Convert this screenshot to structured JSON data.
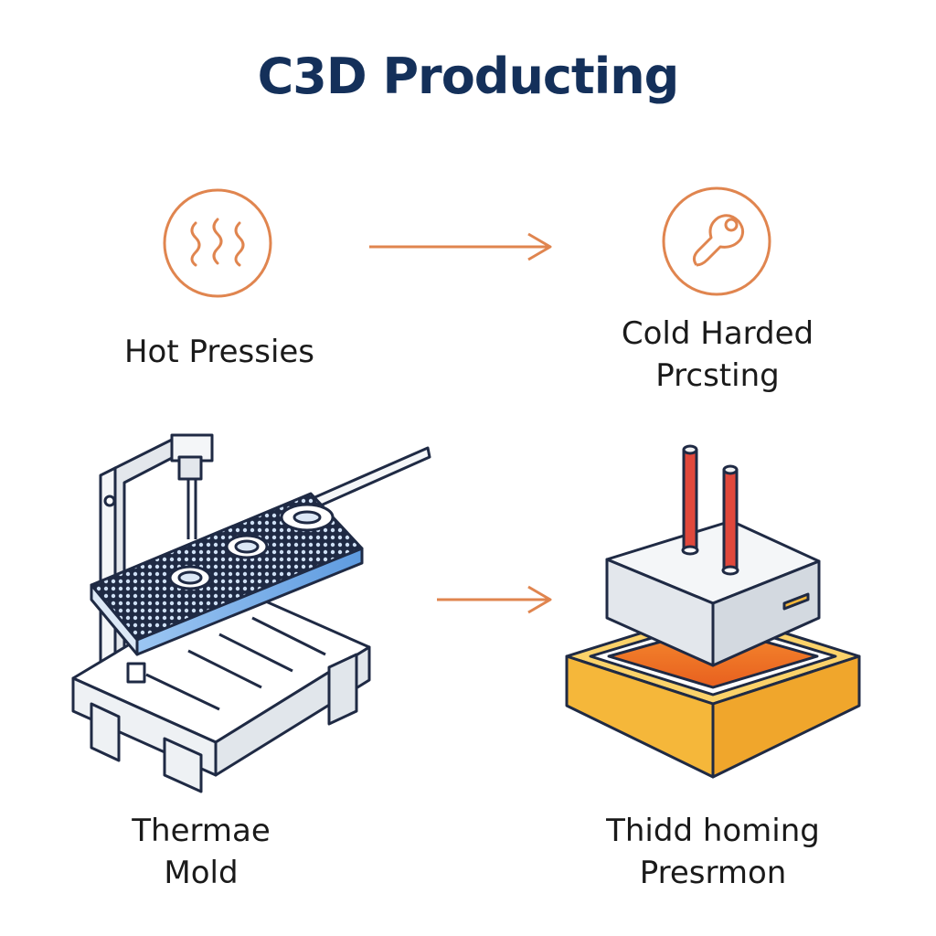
{
  "title": "C3D Producting",
  "steps": {
    "hot": {
      "line1": "Hot Pressies",
      "icon": "heat-waves-icon"
    },
    "cold": {
      "line1": "Cold Harded",
      "line2": "Prcsting",
      "icon": "wrench-icon"
    },
    "thermal": {
      "line1": "Thermae",
      "line2": "Mold"
    },
    "third": {
      "line1": "Thidd homing",
      "line2": "Presrmon"
    }
  },
  "colors": {
    "title": "#14305a",
    "accent_orange": "#e0854f",
    "outline": "#1f2a44",
    "plate_blue": "#7fb2e8",
    "rod_red": "#e0483c",
    "mold_orange": "#f07a2a",
    "mold_yellow": "#f5b73a"
  }
}
